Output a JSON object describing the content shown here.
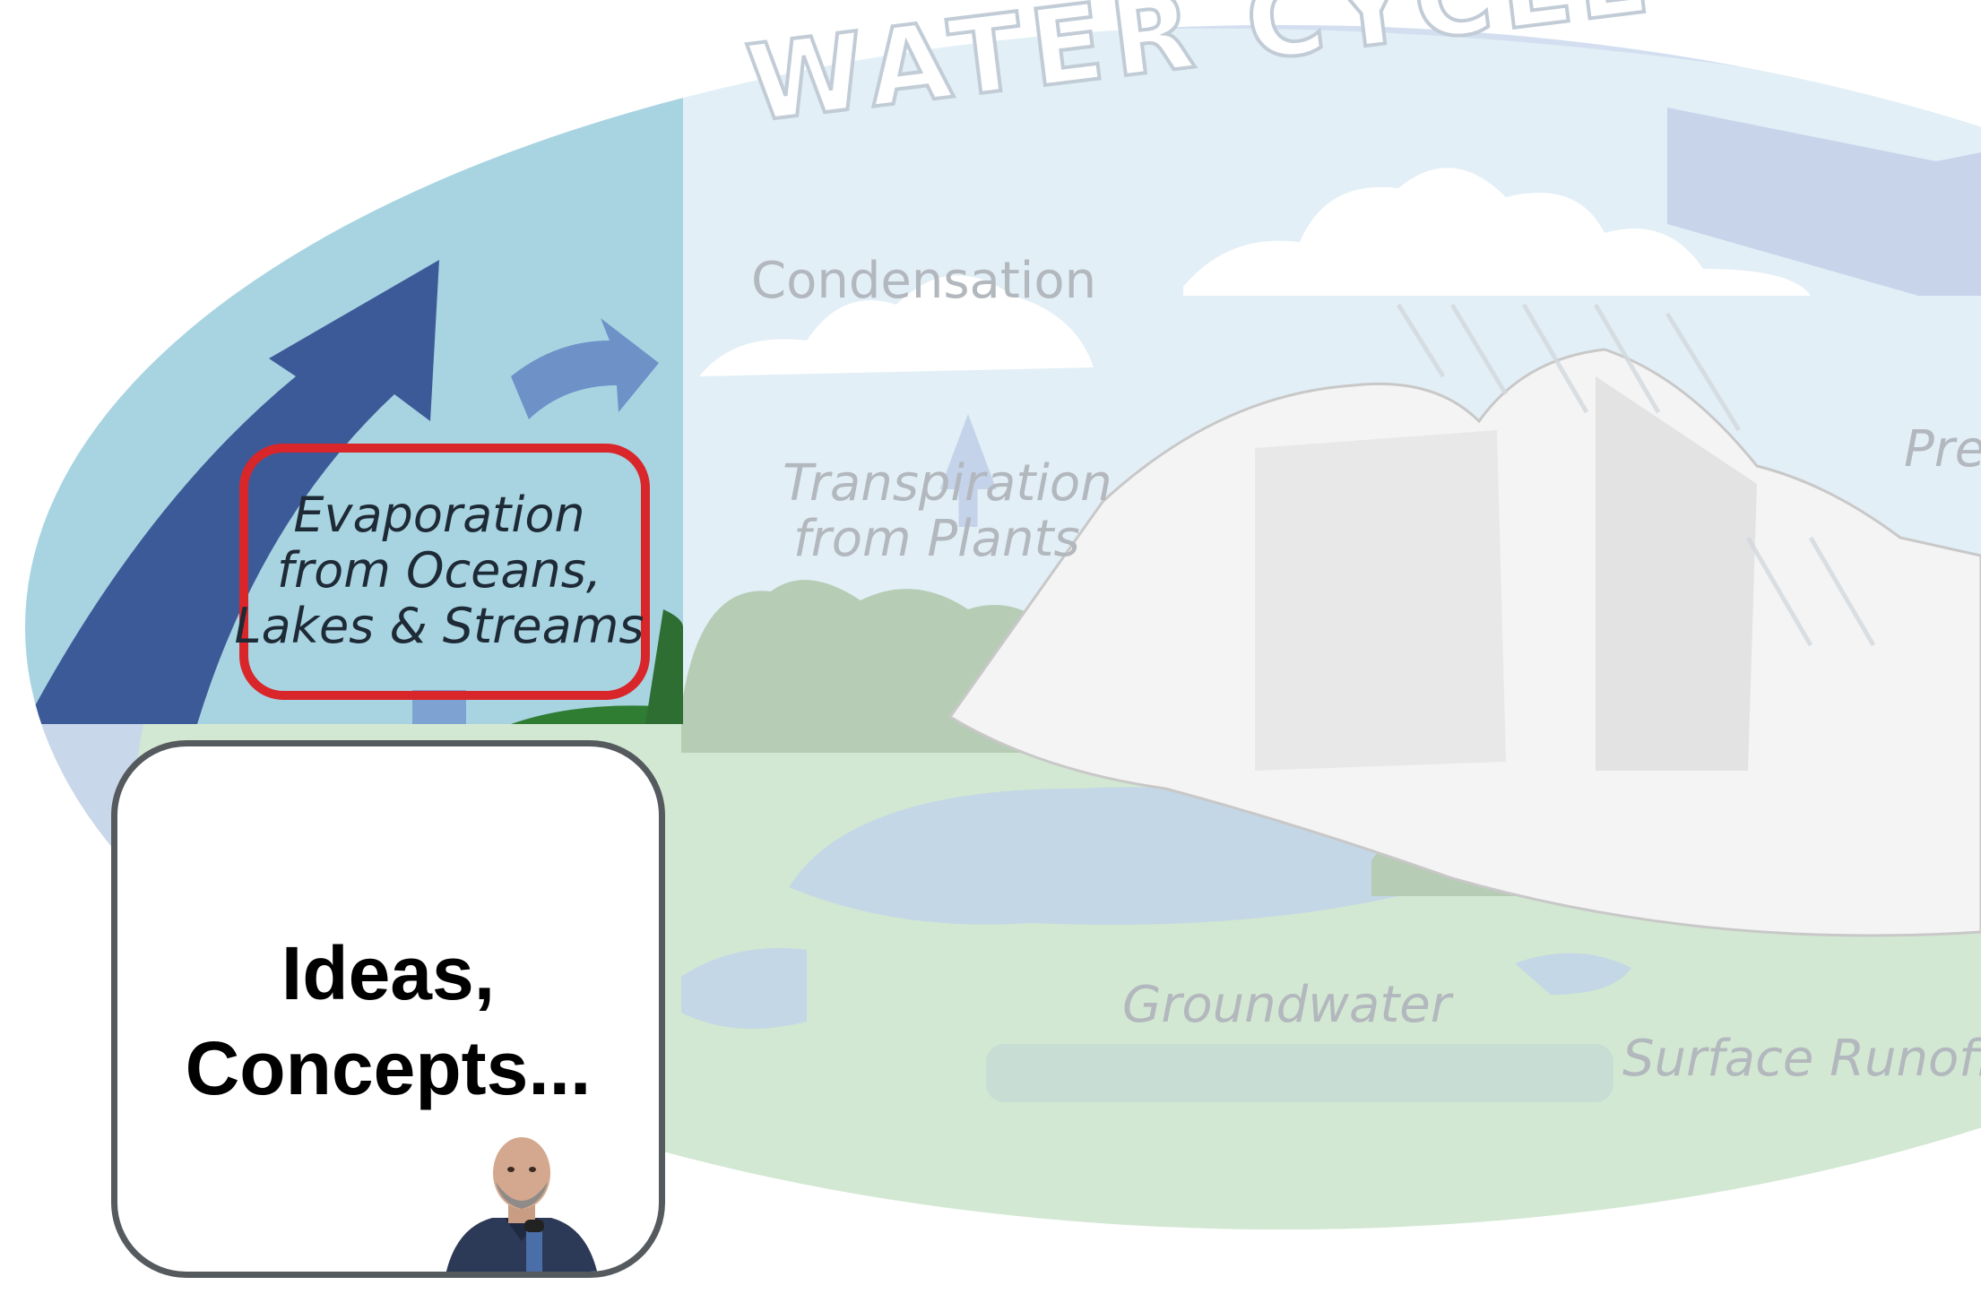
{
  "diagram": {
    "title": "WATER CYCLE",
    "labels": {
      "condensation": "Condensation",
      "transpiration_line1": "Transpiration",
      "transpiration_line2": "from Plants",
      "precipitation_partial": "Prec",
      "groundwater": "Groundwater",
      "surface_runoff": "Surface Runoff"
    },
    "highlight": {
      "line1": "Evaporation",
      "line2": "from Oceans,",
      "line3": "Lakes & Streams",
      "border_color": "#d8262a"
    },
    "colors": {
      "sky_focus": "#a8d4e2",
      "sky_faded": "#e2eff6",
      "ground_faded": "#d3e8d2",
      "water_faded": "#c3d7e6",
      "arrow_dark": "#3d5a98",
      "arrow_light": "#6e91c7"
    }
  },
  "card": {
    "line1": "Ideas,",
    "line2": "Concepts..."
  },
  "icons": {
    "presenter": "presenter-avatar-icon"
  }
}
